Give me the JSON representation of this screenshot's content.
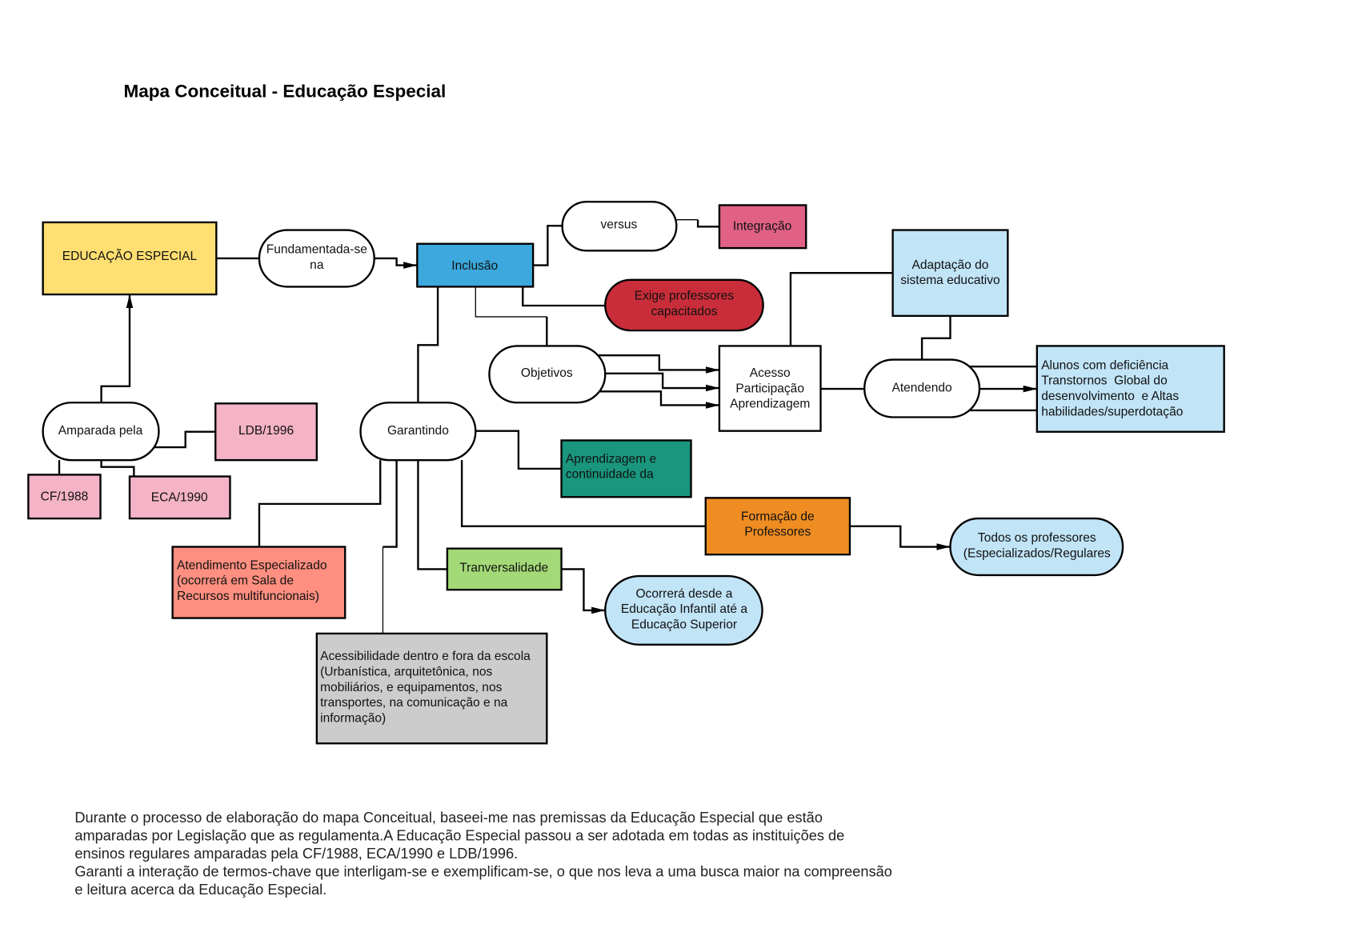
{
  "title": "Mapa Conceitual - Educação Especial",
  "colors": {
    "yellow": "#ffdf71",
    "blue": "#3ca8dd",
    "pink_integracao": "#e06185",
    "red": "#c92d39",
    "light_blue": "#c1e4f7",
    "pink_law": "#f4b3c6",
    "teal": "#19967d",
    "orange": "#ef8d22",
    "salmon": "#ff8f80",
    "green": "#a3d977",
    "gray": "#cccccc",
    "white": "#ffffff"
  },
  "nodes": {
    "educacao_especial": [
      "EDUCAÇÃO ESPECIAL"
    ],
    "fundamentada": [
      "Fundamentada-se",
      "na"
    ],
    "inclusao": [
      "Inclusão"
    ],
    "versus": [
      "versus"
    ],
    "integracao": [
      "Integração"
    ],
    "exige": [
      "Exige professores",
      "capacitados"
    ],
    "adaptacao": [
      "Adaptação do",
      "sistema educativo"
    ],
    "objetivos": [
      "Objetivos"
    ],
    "acesso": [
      "Acesso",
      "Participação",
      "Aprendizagem"
    ],
    "atendendo": [
      "Atendendo"
    ],
    "alunos": [
      "Alunos com deficiência",
      "Transtornos  Global do",
      "desenvolvimento  e Altas",
      "habilidades/superdotação"
    ],
    "amparada": [
      "Amparada pela"
    ],
    "ldb": [
      "LDB/1996"
    ],
    "cf": [
      "CF/1988"
    ],
    "eca": [
      "ECA/1990"
    ],
    "garantindo": [
      "Garantindo"
    ],
    "aprendizagem": [
      "Aprendizagem e",
      "continuidade da"
    ],
    "formacao": [
      "Formação de",
      "Professores"
    ],
    "todos": [
      "Todos os professores",
      "(Especializados/Regulares"
    ],
    "atendimento": [
      "Atendimento Especializado",
      "(ocorrerá em Sala de",
      "Recursos multifuncionais)"
    ],
    "tranversalidade": [
      "Tranversalidade"
    ],
    "ocorrera": [
      "Ocorrerá desde a",
      "Educação Infantil até a",
      "Educação Superior"
    ],
    "acessibilidade": [
      "Acessibilidade dentro e fora da escola",
      "(Urbanística, arquitetônica, nos",
      "mobiliários, e equipamentos, nos",
      "transportes, na comunicação e na",
      "informação)"
    ]
  },
  "paragraph": [
    "Durante o processo de elaboração do mapa Conceitual, baseei-me nas premissas da Educação Especial que estão",
    "amparadas por Legislação que as regulamenta.A Educação Especial passou a ser adotada em todas as instituições de",
    "ensinos regulares amparadas pela CF/1988, ECA/1990 e LDB/1996.",
    "Garanti a interação de termos-chave que interligam-se e exemplificam-se, o que nos leva a uma busca maior na compreensão",
    "e leitura acerca da Educação Especial."
  ]
}
